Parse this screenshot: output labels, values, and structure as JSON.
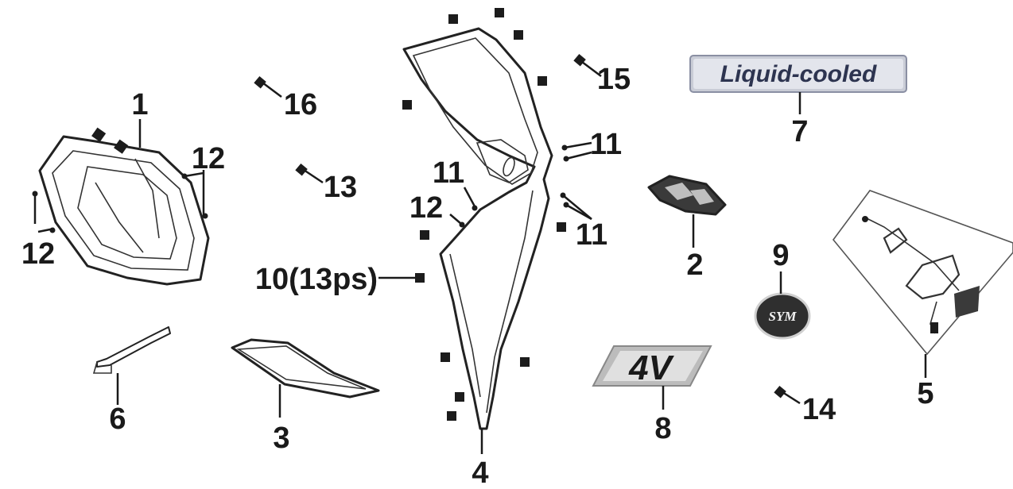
{
  "callouts": {
    "p1": "1",
    "p2": "2",
    "p3": "3",
    "p4": "4",
    "p5": "5",
    "p6": "6",
    "p7": "7",
    "p8": "8",
    "p9": "9",
    "p10": "10(13ps)",
    "p11a": "11",
    "p11b": "11",
    "p11c": "11",
    "p12a": "12",
    "p12b": "12",
    "p12c": "12",
    "p13": "13",
    "p14": "14",
    "p15": "15",
    "p16": "16"
  },
  "decal": {
    "liquid_cooled": "Liquid-cooled",
    "emblem": "SYM",
    "badge": "4V"
  },
  "colors": {
    "line": "#1a1a1a",
    "decal_text": "#2d3450",
    "emblem_fill": "#333333"
  }
}
